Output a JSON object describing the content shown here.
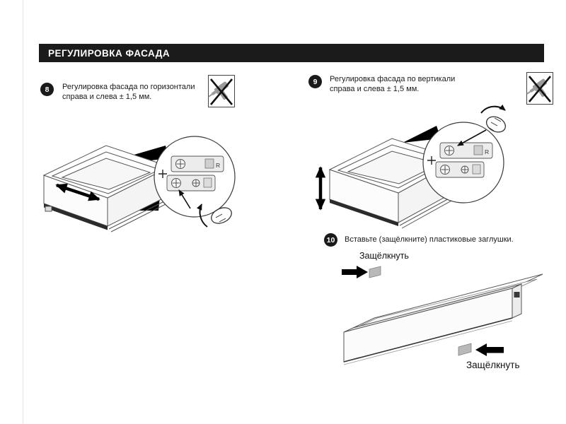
{
  "header": {
    "title": "РЕГУЛИРОВКА ФАСАДА"
  },
  "steps": {
    "s8": {
      "number": "8",
      "text": "Регулировка фасада по горизонтали справа и слева ± 1,5 мм."
    },
    "s9": {
      "number": "9",
      "text": "Регулировка фасада по вертикали справа и слева ± 1,5 мм."
    },
    "s10": {
      "number": "10",
      "text": "Вставьте (защёлкните) пластиковые заглушки."
    }
  },
  "labels": {
    "snap_top": "Защёлкнуть",
    "snap_bottom": "Защёлкнуть",
    "adjuster_marker": "R"
  },
  "colors": {
    "header_bg": "#1b1b1b",
    "header_fg": "#ffffff",
    "arrow_black": "#000000",
    "cap_gray": "#b9b9b9"
  }
}
